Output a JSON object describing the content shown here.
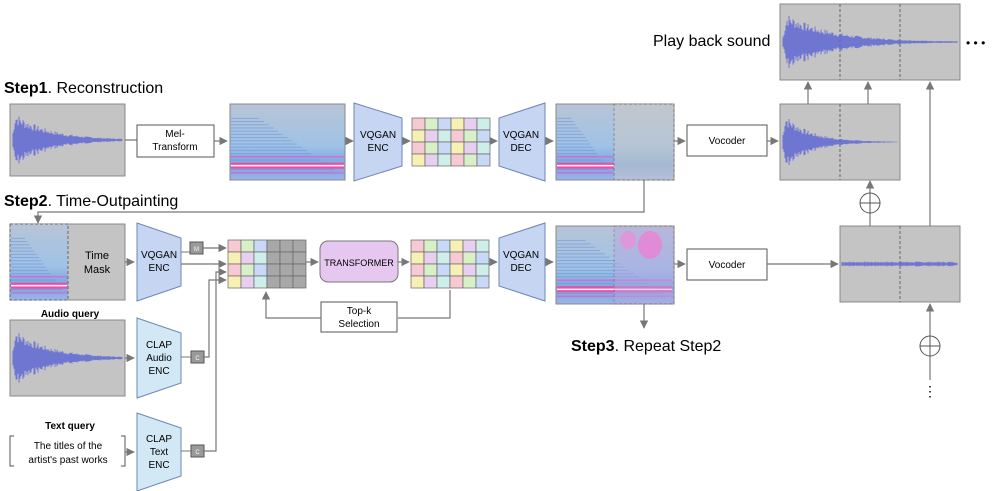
{
  "steps": {
    "step1": {
      "bold": "Step1",
      "rest": ". Reconstruction"
    },
    "step2": {
      "bold": "Step2",
      "rest": ". Time-Outpainting"
    },
    "step3": {
      "bold": "Step3",
      "rest": ". Repeat Step2"
    }
  },
  "play_back": "Play back sound",
  "ellipsis_right": "• • •",
  "ellipsis_down": "⋮",
  "mel_transform": [
    "Mel-",
    "Transform"
  ],
  "vqgan_enc": [
    "VQGAN",
    "ENC"
  ],
  "vqgan_dec": [
    "VQGAN",
    "DEC"
  ],
  "vocoder": "Vocoder",
  "time_mask": [
    "Time",
    "Mask"
  ],
  "transformer": "TRANSFORMER",
  "topk": [
    "Top-k",
    "Selection"
  ],
  "badge_m": "M",
  "badge_c": "C",
  "audio_query": "Audio query",
  "clap_audio_enc": [
    "CLAP",
    "Audio",
    "ENC"
  ],
  "text_query": "Text query",
  "text_query_value": [
    "The titles of the",
    "artist's past works"
  ],
  "clap_text_enc": [
    "CLAP",
    "Text",
    "ENC"
  ],
  "colors": {
    "encoder_blue": "#c5d5f2",
    "transformer_purple": "#e6c7ef",
    "grey_box": "#c4c4c4",
    "spectro_pink": "#ff3fa0",
    "wave_blue": "#5b63d6",
    "token_palette": [
      "#f6c9d3",
      "#d8f0c8",
      "#c9d8f6",
      "#f7f0b5",
      "#e7cff0",
      "#cdeee9"
    ]
  }
}
